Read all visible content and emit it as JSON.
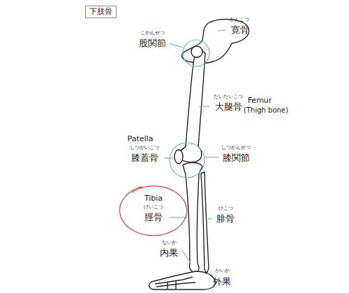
{
  "diagram": {
    "title": "下肢骨",
    "nodes": [
      {
        "text": [
          "Tibia",
          "けいこつ",
          "脛骨"
        ]
      }
    ],
    "labels": [
      "かんこつ",
      "寛骨",
      "こかんせつ",
      "股関節",
      "だいたいこつ",
      "大腿骨",
      "Femur",
      "(Thigh bone)",
      "Patella",
      "しつがいこつ",
      "膝蓋骨",
      "しつかんせつ",
      "膝関節",
      "ひこつ",
      "腓骨",
      "ないか",
      "内果",
      "がいか",
      "外果"
    ]
  }
}
